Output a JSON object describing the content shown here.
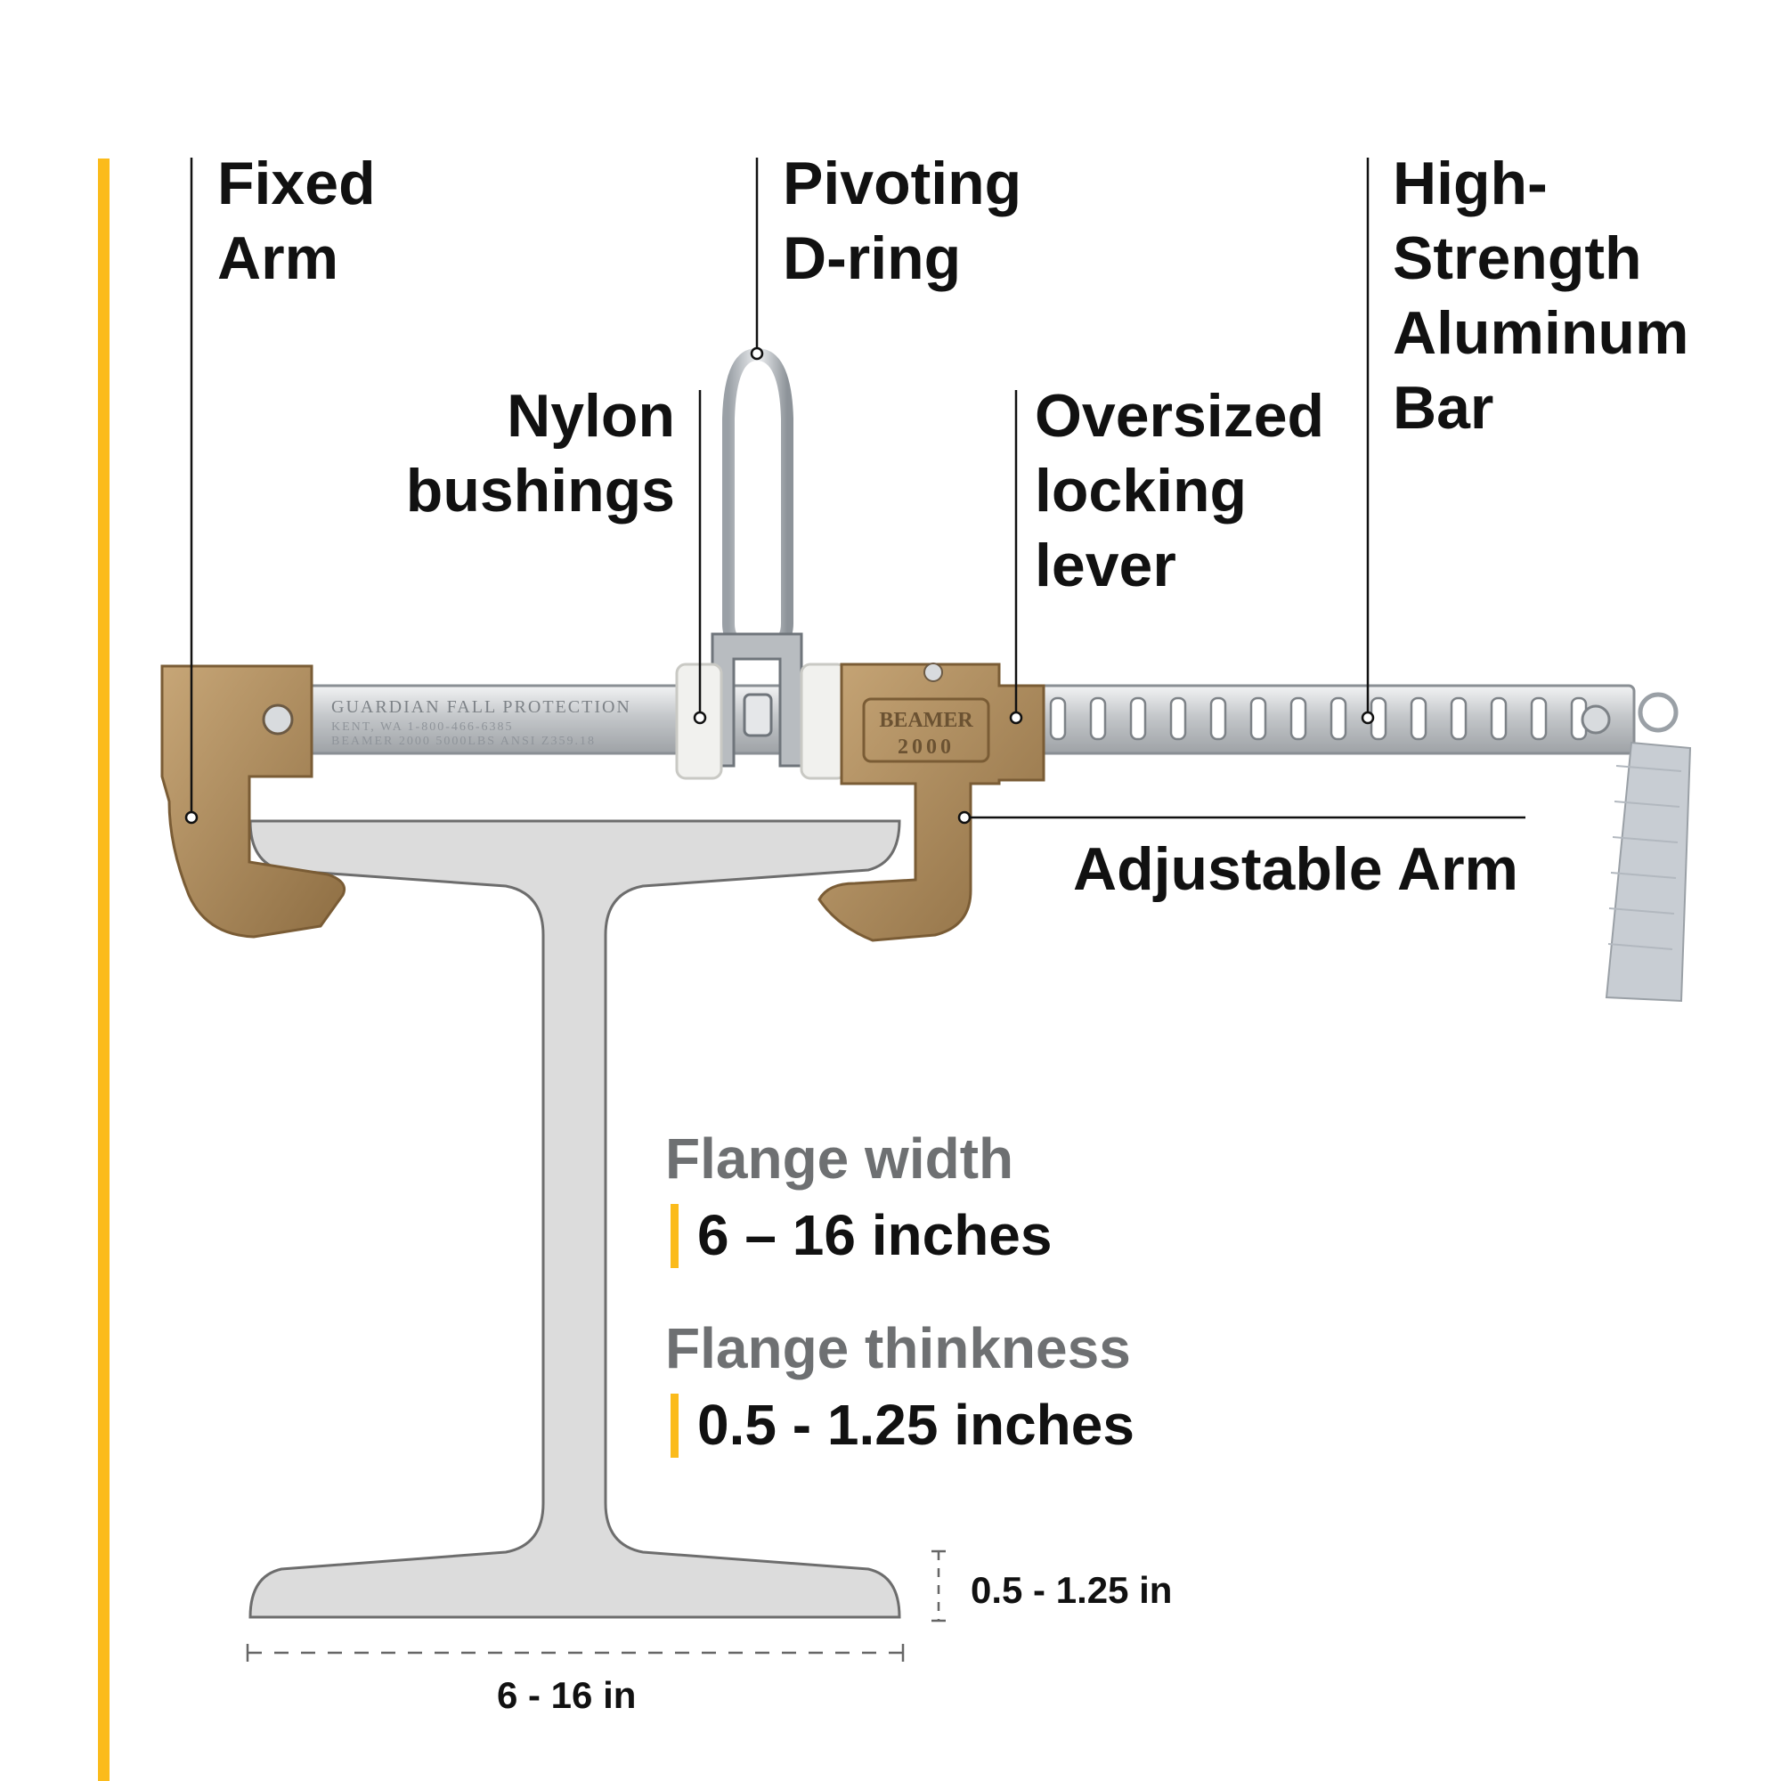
{
  "colors": {
    "accent": "#FBBB1B",
    "bronze": "#A98A5C",
    "aluminum": "#C9CCCF",
    "beam": "#DCDCDC",
    "spec_title": "#6E7072"
  },
  "labels": {
    "fixed_arm": [
      "Fixed",
      "Arm"
    ],
    "pivoting_dring": [
      "Pivoting",
      "D-ring"
    ],
    "high_strength_bar": [
      "High-",
      "Strength",
      "Aluminum",
      "Bar"
    ],
    "nylon_bushings": [
      "Nylon",
      "bushings"
    ],
    "locking_lever": [
      "Oversized",
      "locking",
      "lever"
    ],
    "adjustable_arm": "Adjustable Arm"
  },
  "bar_text": {
    "line1": "GUARDIAN FALL PROTECTION",
    "line2": "KENT, WA 1-800-466-6385",
    "line3": "BEAMER 2000 5000LBS ANSI Z359.18",
    "plate_line1": "BEAMER",
    "plate_line2": "2000"
  },
  "specs": {
    "flange_width_title": "Flange width",
    "flange_width_value": "6 – 16 inches",
    "flange_thickness_title": "Flange thinkness",
    "flange_thickness_value": "0.5 - 1.25 inches"
  },
  "dimensions": {
    "width": "6 - 16  in",
    "thickness": "0.5 - 1.25 in"
  }
}
